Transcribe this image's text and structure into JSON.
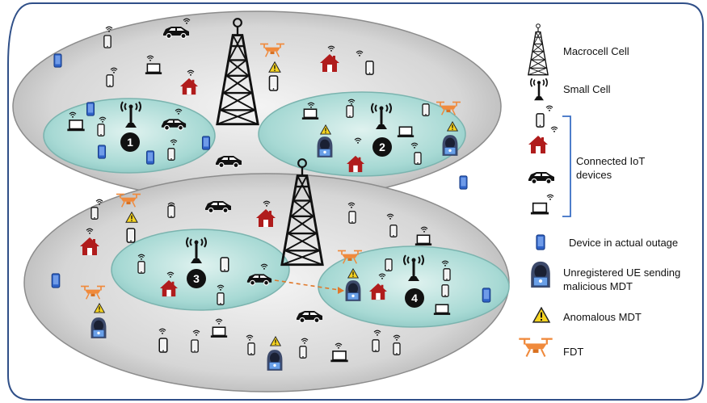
{
  "cells": [
    {
      "number": "1"
    },
    {
      "number": "2"
    },
    {
      "number": "3"
    },
    {
      "number": "4"
    }
  ],
  "legend": {
    "macrocell": "Macrocell Cell",
    "small_cell": "Small Cell",
    "connected_iot_line1": "Connected IoT",
    "connected_iot_line2": "devices",
    "outage": "Device in actual outage",
    "unregistered_line1": "Unregistered UE sending",
    "unregistered_line2": "malicious MDT",
    "anomalous": "Anomalous MDT",
    "fdt": "FDT"
  },
  "colors": {
    "frame": "#2f4f88",
    "macro_layer": "#d9d9d9",
    "small_cell_fill": "#a9dcd8",
    "house": "#b01c1c",
    "drone": "#f08a3c",
    "outage_phone": "#2f63c8",
    "warning": "#f5d321",
    "bracket": "#3a6fc4"
  }
}
